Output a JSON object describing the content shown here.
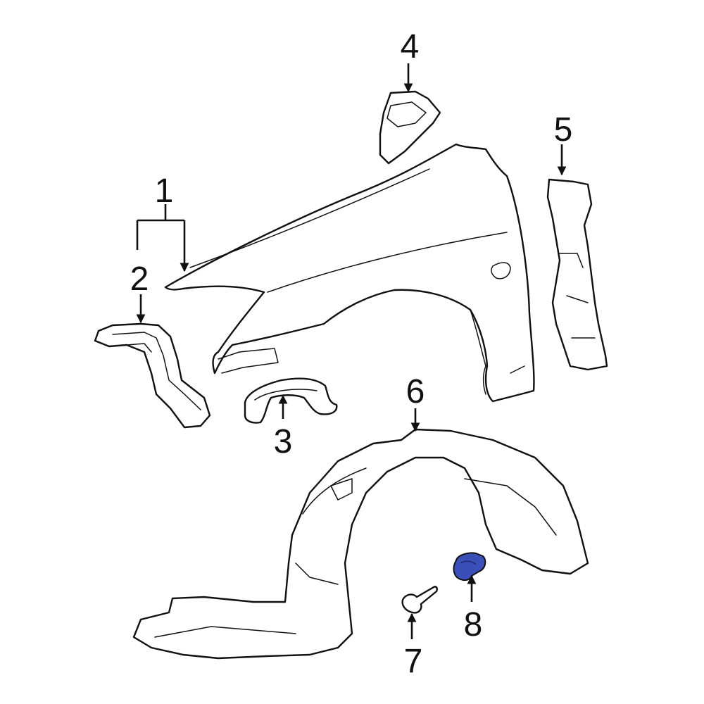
{
  "callouts": [
    {
      "id": "1",
      "label": "1"
    },
    {
      "id": "2",
      "label": "2"
    },
    {
      "id": "3",
      "label": "3"
    },
    {
      "id": "4",
      "label": "4"
    },
    {
      "id": "5",
      "label": "5"
    },
    {
      "id": "6",
      "label": "6"
    },
    {
      "id": "7",
      "label": "7"
    },
    {
      "id": "8",
      "label": "8"
    }
  ],
  "colors": {
    "line": "#111111",
    "highlight": "#3b4fb8",
    "background": "#ffffff"
  }
}
